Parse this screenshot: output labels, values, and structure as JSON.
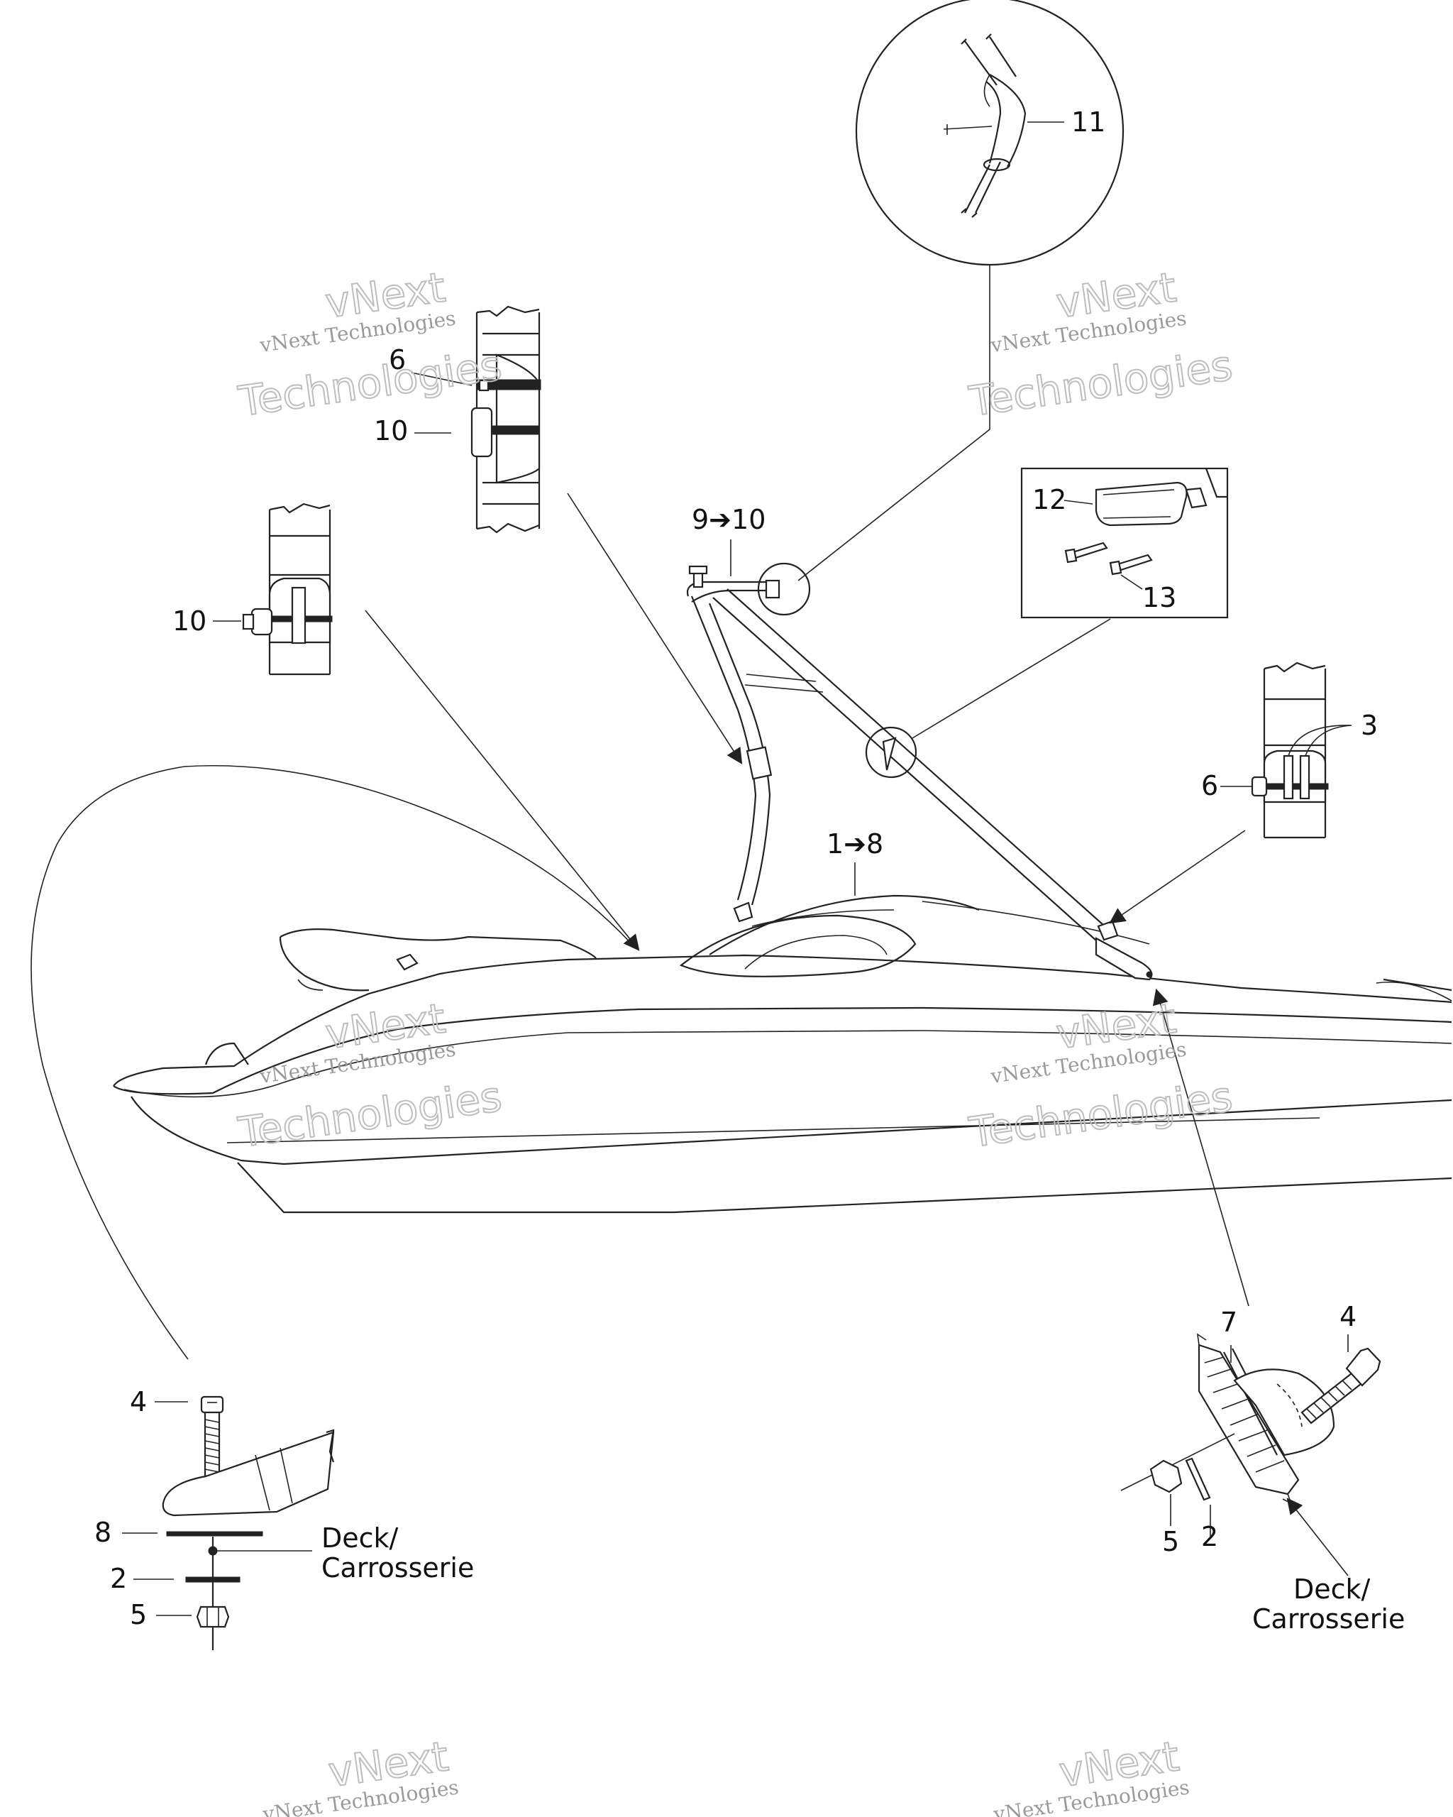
{
  "labels": {
    "l11": "11",
    "l10a": "10",
    "l10b": "10",
    "l9to10": "9➔10",
    "l12": "12",
    "l13": "13",
    "l3": "3",
    "l6": "6",
    "l1to8": "1➔8",
    "l4a": "4",
    "l8": "8",
    "l2a": "2",
    "l5a": "5",
    "deck_left_1": "Deck/",
    "deck_left_2": "Carrosserie",
    "l4b": "4",
    "l7": "7",
    "l5b": "5",
    "l2b": "2",
    "deck_right_1": "Deck/",
    "deck_right_2": "Carrosserie"
  },
  "watermark": {
    "line1": "vNext Technologies",
    "line2": "vNext",
    "line3": "Technologies"
  },
  "colors": {
    "line": "#222222",
    "watermark": "#9a9a9a"
  }
}
